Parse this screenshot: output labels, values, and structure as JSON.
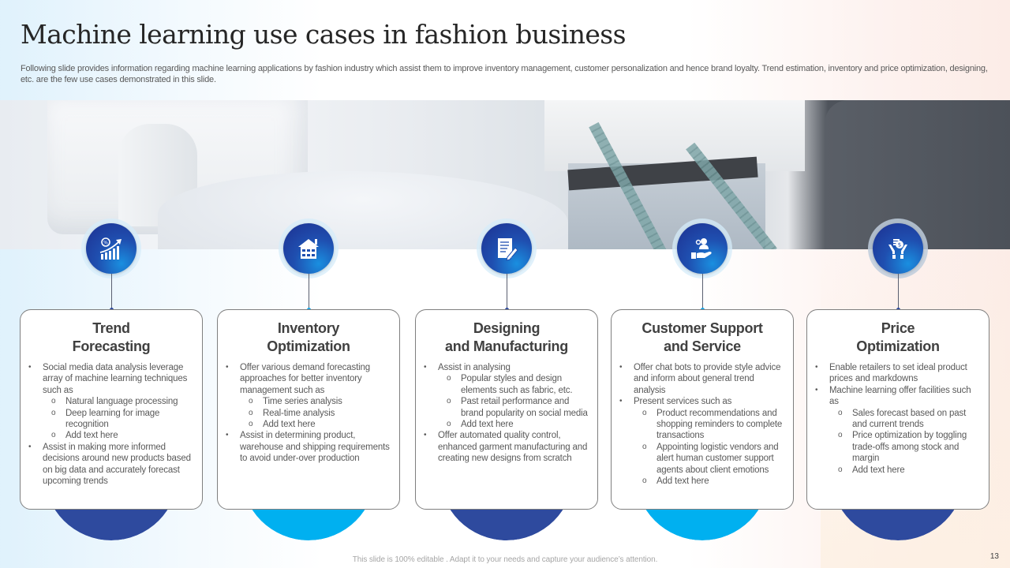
{
  "slide": {
    "title": "Machine learning use cases in fashion business",
    "subtitle": "Following slide provides information regarding machine learning applications by fashion industry which assist them to improve inventory management, customer personalization and hence brand loyalty. Trend estimation, inventory and price optimization, designing, etc. are the few use cases demonstrated in this slide.",
    "banner_image": "sewing-machine-and-tailor-with-measuring-tape-photo",
    "footer": "This slide is 100% editable . Adapt it to your needs and capture your audience’s attention.",
    "page_number": "13"
  },
  "colors": {
    "dark_blue": "#2E4A9E",
    "light_blue": "#00B0F0",
    "text_dark": "#404040",
    "text_body": "#595959"
  },
  "use_cases": [
    {
      "title": "Trend\nForecasting",
      "icon": "growth-chart-icon",
      "accent": "#2E4A9E",
      "dot": "#2E4A9E",
      "items": [
        {
          "level": 1,
          "text": "Social media data analysis leverage array of machine learning techniques such as"
        },
        {
          "level": 2,
          "text": "Natural language processing"
        },
        {
          "level": 2,
          "text": "Deep learning for image recognition"
        },
        {
          "level": 2,
          "text": "Add text here"
        },
        {
          "level": 1,
          "text": "Assist in making more informed decisions around new products based on big data and accurately forecast upcoming trends"
        }
      ]
    },
    {
      "title": "Inventory\nOptimization",
      "icon": "warehouse-building-icon",
      "accent": "#00B0F0",
      "dot": "#1AA7E8",
      "items": [
        {
          "level": 1,
          "text": "Offer various demand forecasting approaches for better inventory management such as"
        },
        {
          "level": 2,
          "text": "Time series analysis"
        },
        {
          "level": 2,
          "text": "Real-time analysis"
        },
        {
          "level": 2,
          "text": "Add text here"
        },
        {
          "level": 1,
          "text": "Assist in determining product, warehouse and shipping requirements to avoid under-over production"
        }
      ]
    },
    {
      "title": "Designing\nand Manufacturing",
      "icon": "document-pen-icon",
      "accent": "#2E4A9E",
      "dot": "#2E4A9E",
      "items": [
        {
          "level": 1,
          "text": "Assist in analysing"
        },
        {
          "level": 2,
          "text": "Popular styles and design elements such as fabric, etc."
        },
        {
          "level": 2,
          "text": "Past retail performance and brand popularity on social media"
        },
        {
          "level": 2,
          "text": "Add text here"
        },
        {
          "level": 1,
          "text": "Offer automated quality control, enhanced garment manufacturing and creating new designs from scratch"
        }
      ]
    },
    {
      "title": "Customer Support\nand Service",
      "icon": "customer-service-hand-icon",
      "accent": "#00B0F0",
      "dot": "#1AA7E8",
      "items": [
        {
          "level": 1,
          "text": "Offer chat bots to provide style advice and inform about general trend analysis"
        },
        {
          "level": 1,
          "text": "Present services such as"
        },
        {
          "level": 2,
          "text": "Product recommendations and shopping reminders to complete transactions"
        },
        {
          "level": 2,
          "text": "Appointing logistic vendors and alert human customer support agents about client emotions"
        },
        {
          "level": 2,
          "text": "Add text here"
        }
      ]
    },
    {
      "title": "Price\nOptimization",
      "icon": "hands-holding-money-icon",
      "accent": "#2E4A9E",
      "dot": "#2E4A9E",
      "items": [
        {
          "level": 1,
          "text": "Enable retailers to set ideal product prices and markdowns"
        },
        {
          "level": 1,
          "text": "Machine learning offer facilities such as"
        },
        {
          "level": 2,
          "text": "Sales forecast based on past and current trends"
        },
        {
          "level": 2,
          "text": "Price optimization by toggling trade-offs among stock and margin"
        },
        {
          "level": 2,
          "text": "Add text here"
        }
      ]
    }
  ]
}
